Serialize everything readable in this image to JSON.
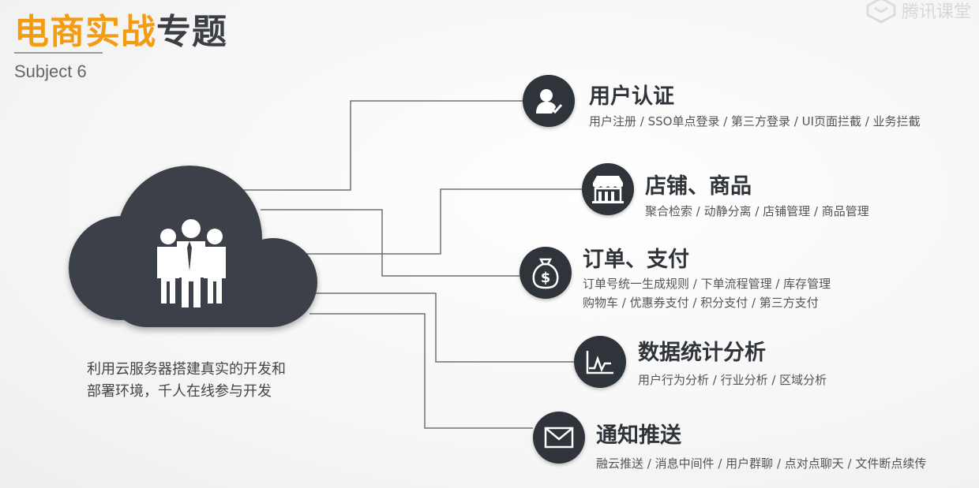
{
  "header": {
    "title_accent": "电商实战",
    "title_rest": "专题",
    "subtitle": "Subject 6",
    "watermark": "腾讯课堂"
  },
  "cloud": {
    "caption_line1": "利用云服务器搭建真实的开发和",
    "caption_line2": "部署环境，千人在线参与开发"
  },
  "topics": [
    {
      "icon": "user-check-icon",
      "title": "用户认证",
      "desc": [
        "用户注册 / SSO单点登录 / 第三方登录 / UI页面拦截 / 业务拦截"
      ]
    },
    {
      "icon": "store-icon",
      "title": "店铺、商品",
      "desc": [
        "聚合检索 / 动静分离 / 店铺管理 / 商品管理"
      ]
    },
    {
      "icon": "money-bag-icon",
      "title": "订单、支付",
      "desc": [
        "订单号统一生成规则 / 下单流程管理 / 库存管理",
        "购物车 / 优惠券支付 / 积分支付 / 第三方支付"
      ]
    },
    {
      "icon": "line-chart-icon",
      "title": "数据统计分析",
      "desc": [
        "用户行为分析 / 行业分析 / 区域分析"
      ]
    },
    {
      "icon": "envelope-icon",
      "title": "通知推送",
      "desc": [
        "融云推送 / 消息中间件 / 用户群聊 / 点对点聊天 / 文件断点续传"
      ]
    }
  ],
  "colors": {
    "accent": "#f39c12",
    "dark": "#2f343a",
    "line": "#707070"
  }
}
